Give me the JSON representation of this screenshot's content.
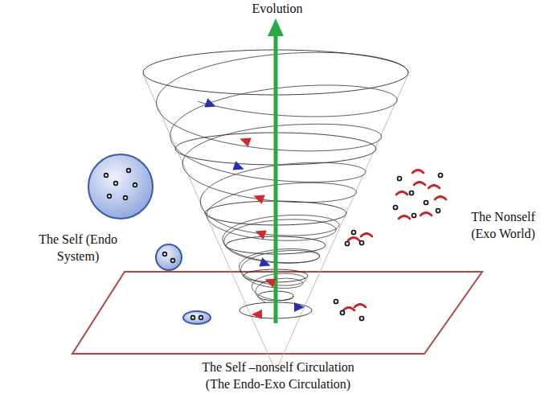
{
  "diagram": {
    "labels": [
      "Evolution",
      "The Self (Endo System)",
      "The Nonself (Exo World)",
      "The Self –nonself Circulation (The Endo-Exo Circulation)"
    ]
  }
}
